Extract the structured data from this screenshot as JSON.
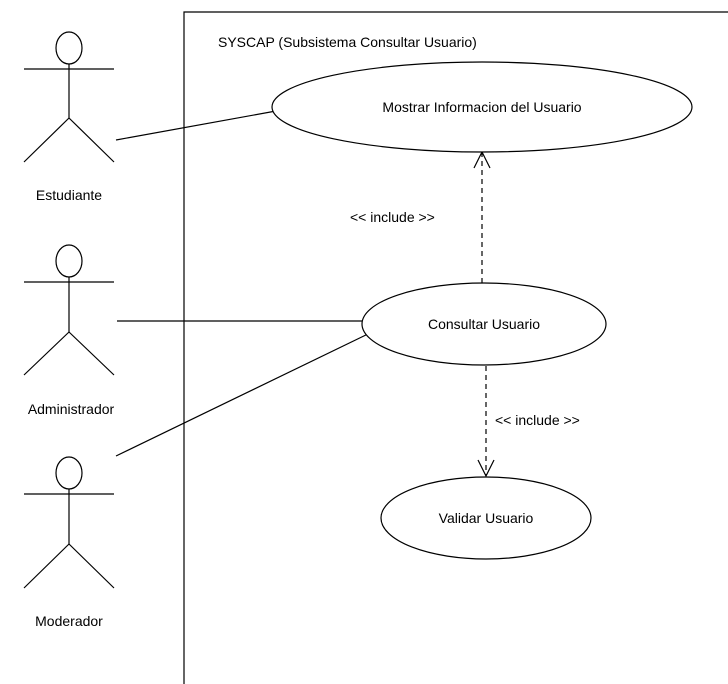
{
  "system": {
    "title": "SYSCAP (Subsistema Consultar Usuario)"
  },
  "actors": [
    {
      "id": "estudiante",
      "label": "Estudiante"
    },
    {
      "id": "administrador",
      "label": "Administrador"
    },
    {
      "id": "moderador",
      "label": "Moderador"
    }
  ],
  "use_cases": [
    {
      "id": "mostrar",
      "label": "Mostrar Informacion del Usuario"
    },
    {
      "id": "consultar",
      "label": "Consultar Usuario"
    },
    {
      "id": "validar",
      "label": "Validar Usuario"
    }
  ],
  "relations": [
    {
      "from": "estudiante",
      "to": "mostrar",
      "type": "association"
    },
    {
      "from": "administrador",
      "to": "consultar",
      "type": "association"
    },
    {
      "from": "moderador",
      "to": "consultar",
      "type": "association"
    },
    {
      "from": "consultar",
      "to": "mostrar",
      "type": "include",
      "label": "<< include >>"
    },
    {
      "from": "consultar",
      "to": "validar",
      "type": "include",
      "label": "<< include >>"
    }
  ],
  "colors": {
    "line": "#000000",
    "background": "#ffffff"
  }
}
